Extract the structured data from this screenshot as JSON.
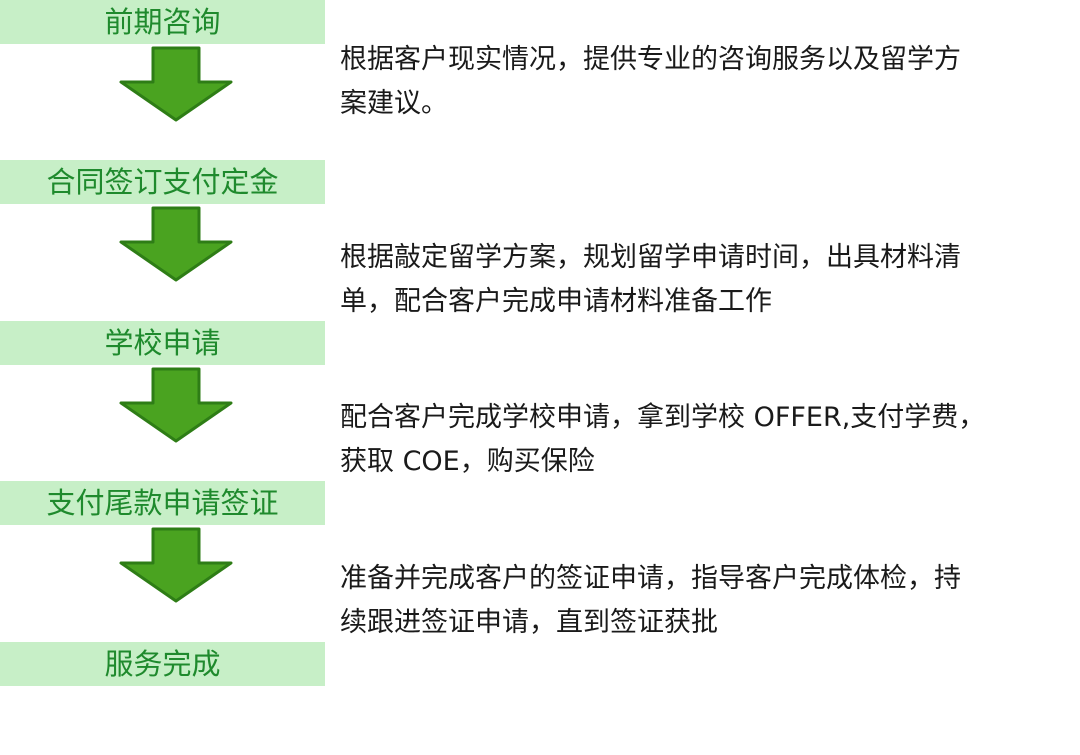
{
  "steps": [
    {
      "label": "前期咨询"
    },
    {
      "label": "合同签订支付定金"
    },
    {
      "label": "学校申请"
    },
    {
      "label": "支付尾款申请签证"
    },
    {
      "label": "服务完成"
    }
  ],
  "descriptions": [
    {
      "line1": "根据客户现实情况，提供专业的咨询服务以及留学方",
      "line2": "案建议。"
    },
    {
      "line1": "根据敲定留学方案，规划留学申请时间，出具材料清",
      "line2": "单，配合客户完成申请材料准备工作"
    },
    {
      "line1": "配合客户完成学校申请，拿到学校 OFFER,支付学费，",
      "line2": "获取 COE，购买保险"
    },
    {
      "line1": "准备并完成客户的签证申请，指导客户完成体检，持",
      "line2": "续跟进签证申请，直到签证获批"
    }
  ],
  "colors": {
    "step_background": "#c7efc7",
    "step_text": "#1f8a2d",
    "arrow_fill": "#4aa320",
    "arrow_stroke": "#2e7d16"
  }
}
